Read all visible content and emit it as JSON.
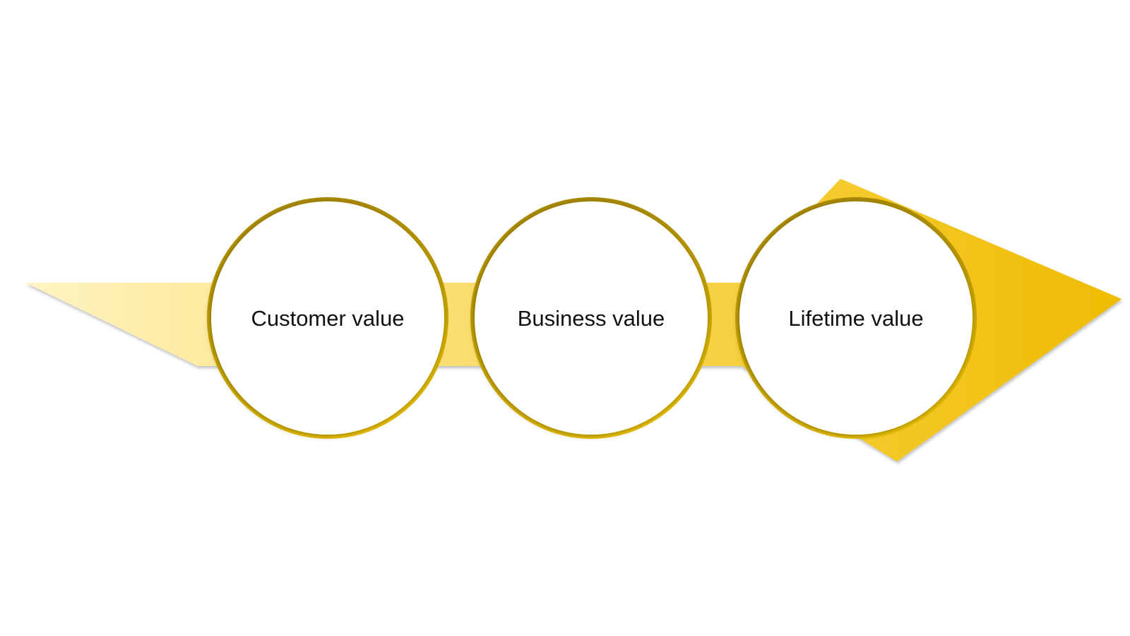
{
  "diagram": {
    "steps": [
      {
        "label": "Customer value"
      },
      {
        "label": "Business value"
      },
      {
        "label": "Lifetime value"
      }
    ],
    "colors": {
      "arrow_light": "#fff1b3",
      "arrow_dark": "#efbe06",
      "ring_top": "#a88905",
      "ring_bottom": "#e8c000",
      "circle_fill": "#ffffff",
      "text": "#111111"
    }
  }
}
